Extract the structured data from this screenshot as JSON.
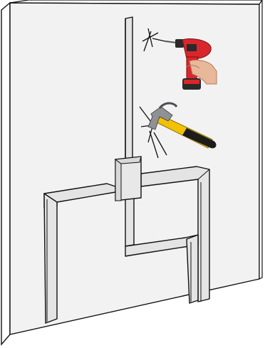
{
  "scene": {
    "subject": "wall-chasing-diagram",
    "elements": {
      "wall": "wall-panel",
      "channels": [
        "vertical-channel-upper",
        "junction-box",
        "horizontal-channel-left",
        "horizontal-channel-right",
        "vertical-channel-left-drop",
        "vertical-channel-center-drop",
        "horizontal-channel-lower",
        "vertical-channel-right-drop"
      ],
      "tools": [
        "power-drill-icon",
        "hammer-icon"
      ],
      "impact_marks": [
        "drill-impact-mark",
        "hammer-impact-mark"
      ]
    },
    "colors": {
      "wall_face": "#f2f2f2",
      "wall_edge": "#ffffff",
      "channel_fill": "#e4e4e4",
      "outline": "#111111",
      "drill_body": "#d9262c",
      "drill_dark": "#2a2a2a",
      "hand_skin": "#e9b89a",
      "hammer_handle": "#f2c200",
      "hammer_grip": "#1c1c1c",
      "hammer_head": "#8f9194"
    }
  }
}
